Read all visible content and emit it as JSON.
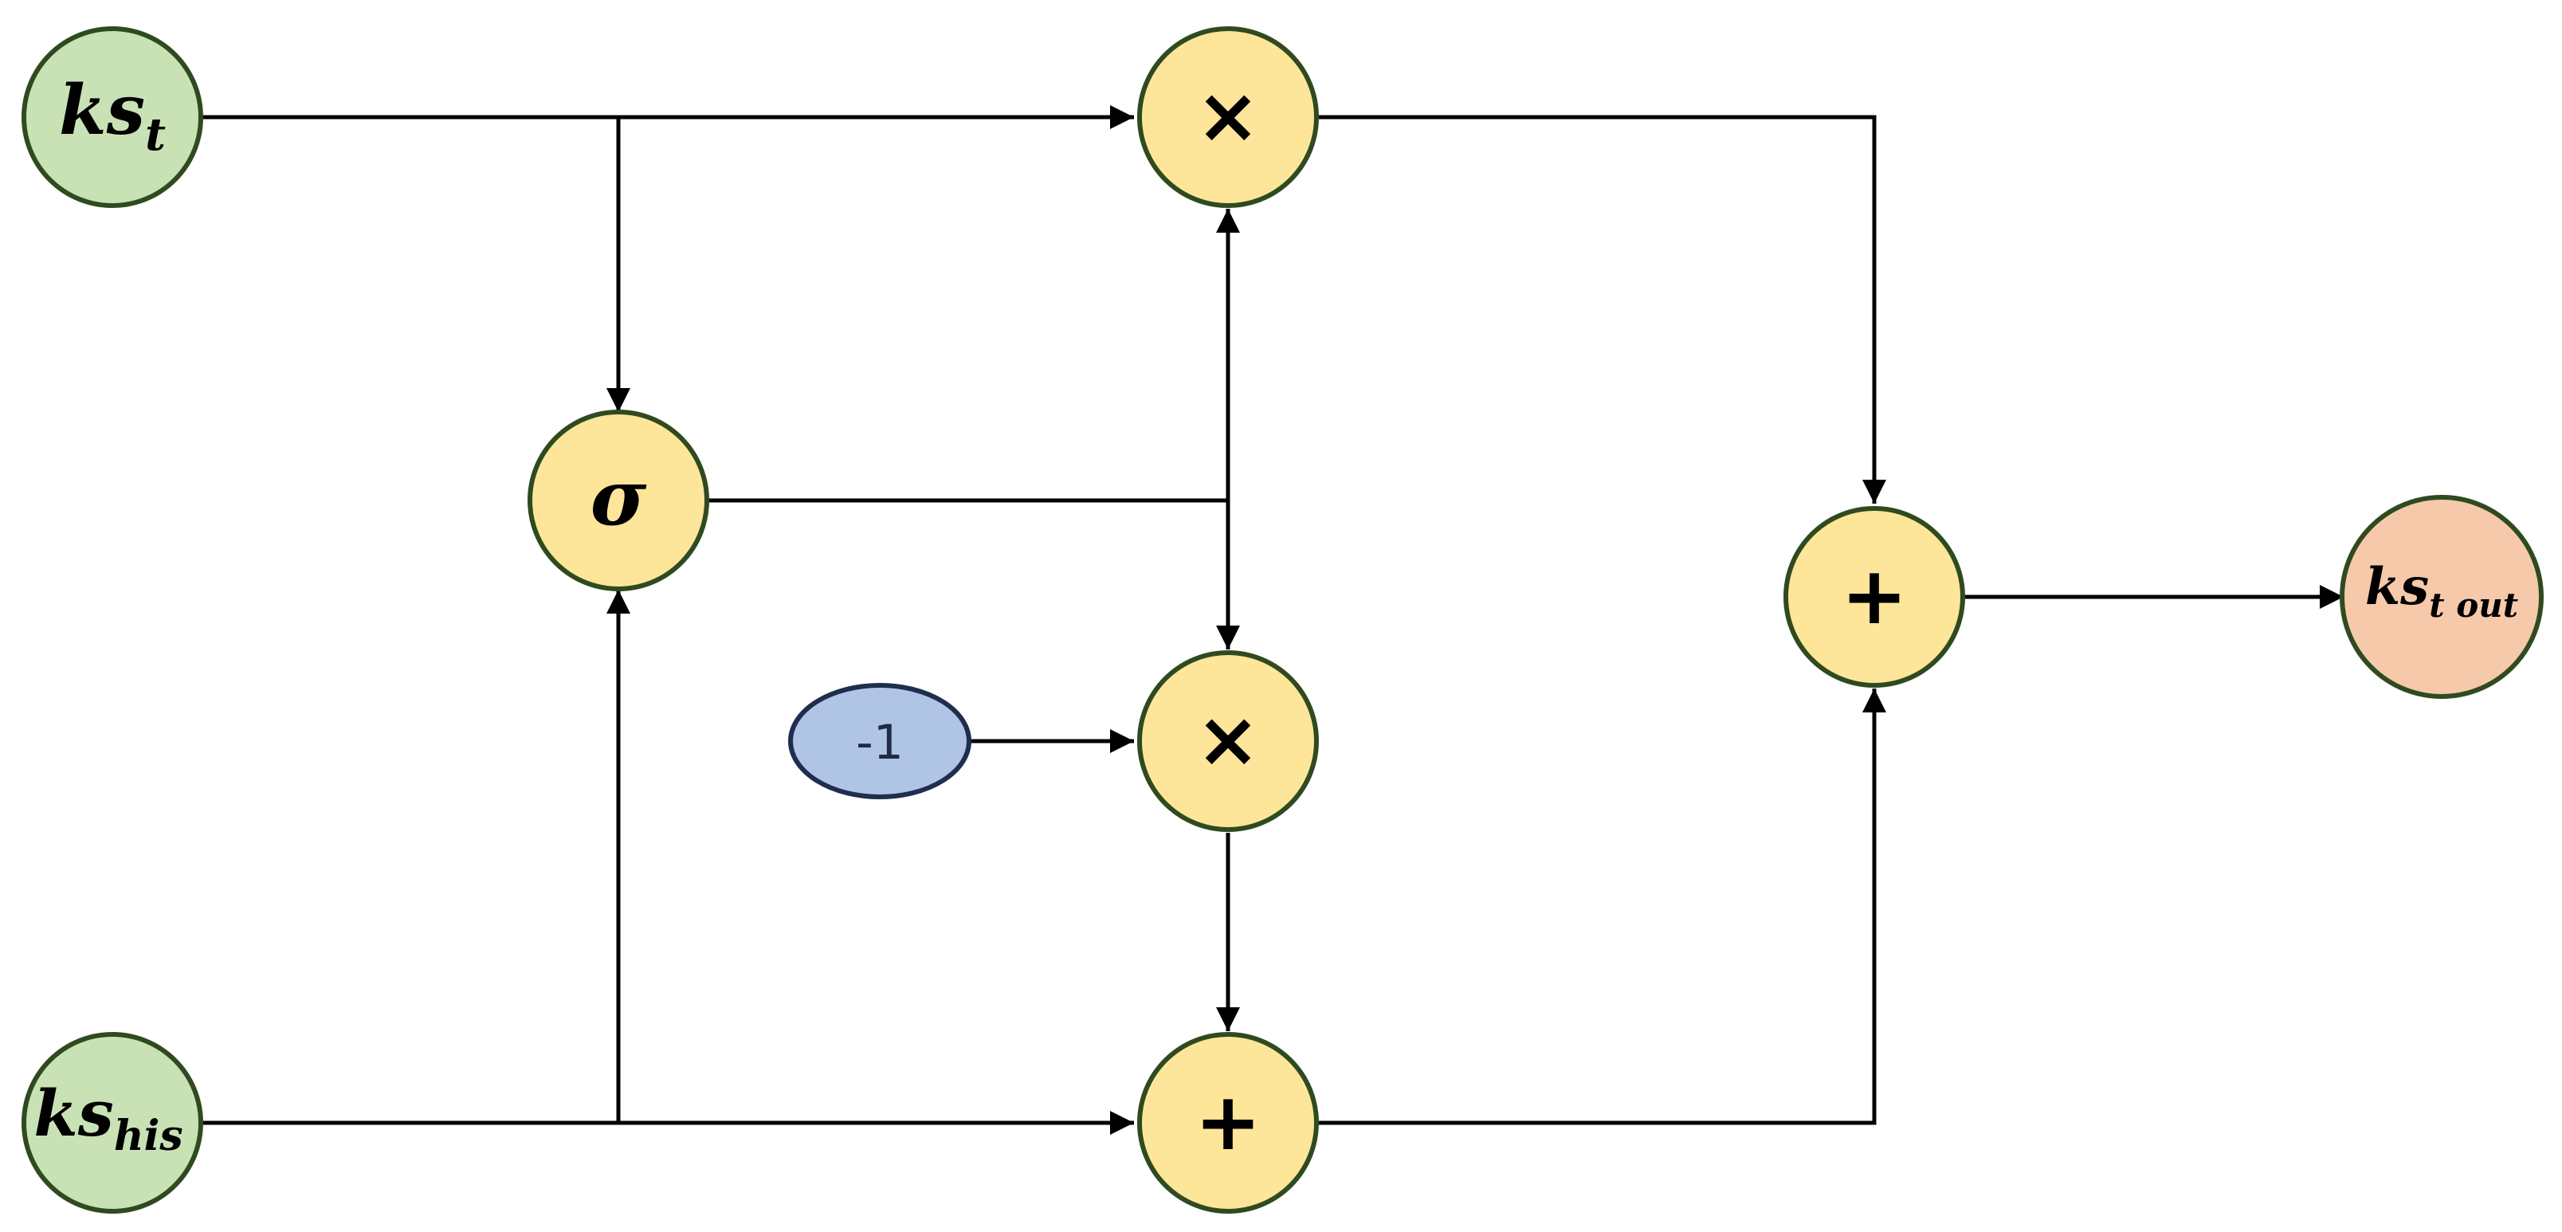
{
  "colors": {
    "input_fill": "#c9e2b5",
    "operator_fill": "#fde59a",
    "output_fill": "#f6c9ab",
    "constant_fill": "#b0c4e6",
    "node_stroke": "#2f4a1f",
    "constant_stroke": "#1f2d4f",
    "wire": "#000000"
  },
  "inputs": {
    "ks_t": {
      "base": "ks",
      "sub": "t"
    },
    "ks_his": {
      "base": "ks",
      "sub": "his"
    }
  },
  "output": {
    "ks_t_out": {
      "base": "ks",
      "sub": "t out"
    }
  },
  "operators": {
    "sigmoid": "σ",
    "multiply_top": "×",
    "multiply_bottom": "×",
    "add_bottom": "+",
    "add_right": "+"
  },
  "constant": {
    "neg_one": "-1"
  }
}
